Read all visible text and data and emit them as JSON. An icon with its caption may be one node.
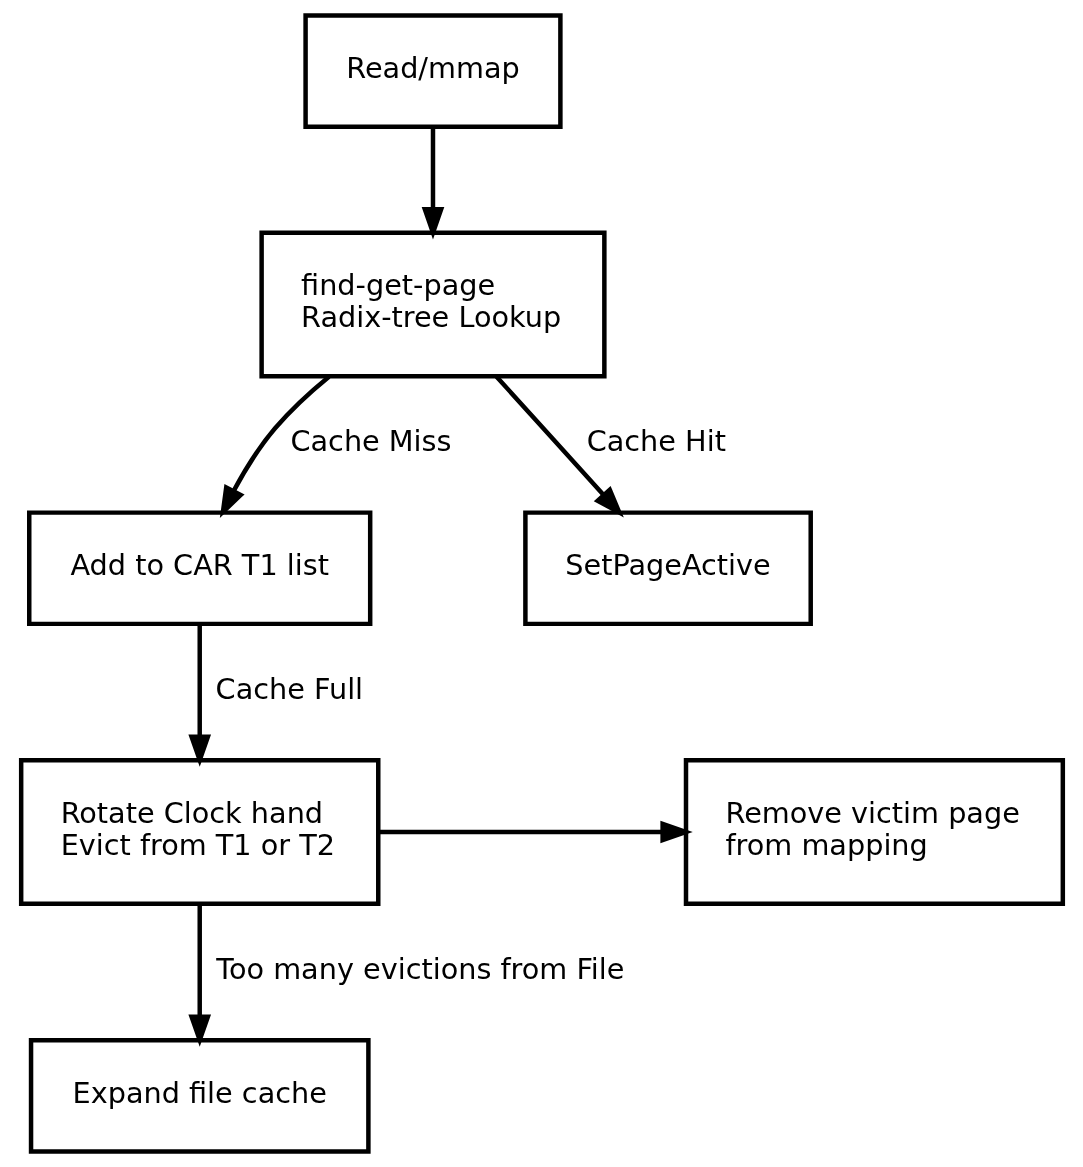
{
  "diagram": {
    "nodes": [
      {
        "text": [
          "Read/mmap"
        ]
      },
      {
        "text": [
          "find-get-page Radix-tree Lookup"
        ]
      },
      {
        "text": [
          "Add to CAR T1 list"
        ]
      },
      {
        "text": [
          "SetPageActive"
        ]
      },
      {
        "text": [
          "Rotate Clock hand Evict from T1 or T2"
        ]
      },
      {
        "text": [
          "Remove victim page from mapping"
        ]
      },
      {
        "text": [
          "Expand file cache"
        ]
      }
    ],
    "edges": [
      {
        "from": 0,
        "to": 1,
        "arrow": "to"
      },
      {
        "from": 1,
        "to": 2,
        "arrow": "to",
        "label": "Cache Miss"
      },
      {
        "from": 1,
        "to": 3,
        "arrow": "to",
        "label": "Cache Hit"
      },
      {
        "from": 2,
        "to": 4,
        "arrow": "to",
        "label": "Cache Full"
      },
      {
        "from": 4,
        "to": 5,
        "arrow": "to"
      },
      {
        "from": 4,
        "to": 6,
        "arrow": "to",
        "label": "Too many evictions from File"
      }
    ]
  }
}
